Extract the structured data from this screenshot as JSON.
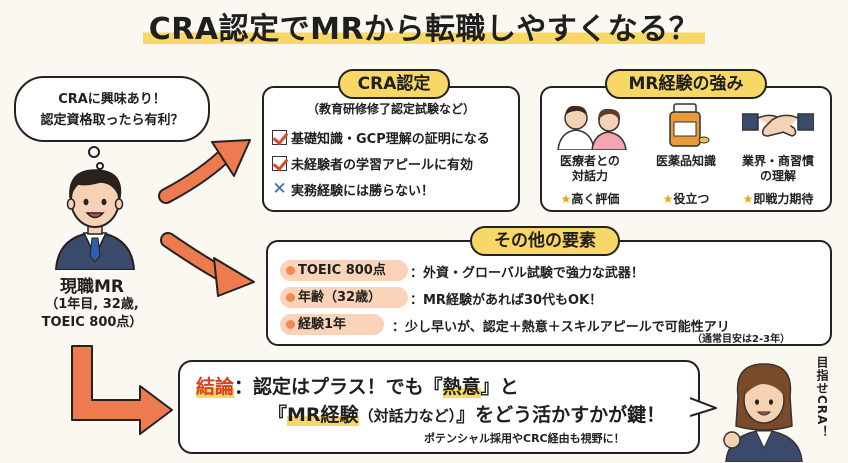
{
  "title": {
    "part1": "CRA認定でMRから転職しやすくなる？"
  },
  "thought": {
    "line1": "CRAに興味あり！",
    "line2": "認定資格取ったら有利？"
  },
  "person": {
    "name": "現職MR",
    "info_line1": "（1年目, 32歳,",
    "info_line2": "TOEIC 800点）"
  },
  "cra": {
    "heading": "CRA認定",
    "subtitle": "（教育研修修了認定試験など）",
    "items": [
      {
        "icon": "check-icon",
        "text": "基礎知識・GCP理解の証明になる"
      },
      {
        "icon": "check-icon",
        "text": "未経験者の学習アピールに有効"
      },
      {
        "icon": "cross-icon",
        "text": "実務経験には勝らない！"
      }
    ]
  },
  "mr_strength": {
    "heading": "MR経験の強み",
    "cols": [
      {
        "icon": "doctor-nurse-icon",
        "line1": "医療者との",
        "line2": "対話力",
        "rating": "高く評価"
      },
      {
        "icon": "medicine-bottle-icon",
        "line1": "医薬品知識",
        "line2": "",
        "rating": "役立つ"
      },
      {
        "icon": "handshake-icon",
        "line1": "業界・商習慣",
        "line2": "の理解",
        "rating": "即戦力期待"
      }
    ],
    "star": "★"
  },
  "other": {
    "heading": "その他の要素",
    "rows": [
      {
        "label": "TOEIC 800点",
        "text": "：外資・グローバル試験で強力な武器！"
      },
      {
        "label": "年齢（32歳）",
        "text": "：MR経験があれば30代もOK！"
      },
      {
        "label": "経験1年",
        "text": "：少し早いが、認定＋熱意＋スキルアピールで可能性アリ"
      }
    ],
    "note": "（通常目安は2-3年）"
  },
  "conclusion": {
    "label": "結論",
    "colon": "：",
    "l1_a": "認定はプラス！でも『",
    "l1_b": "熱意",
    "l1_c": "』と",
    "l2_a": "『",
    "l2_b": "MR経験",
    "l2_c": "（対話力など）",
    "l2_d": "』をどう活かすかが鍵！",
    "sub": "ポテンシャル採用やCRC経由も視野に！"
  },
  "side_text": "目指せCRA！",
  "colors": {
    "accent_yellow": "#f7d766",
    "arrow_orange": "#ee7a4f",
    "check_red": "#e3462b",
    "cross_blue": "#3a67b1",
    "pill_peach": "#fbd3b9",
    "star_gold": "#e8a51a"
  }
}
